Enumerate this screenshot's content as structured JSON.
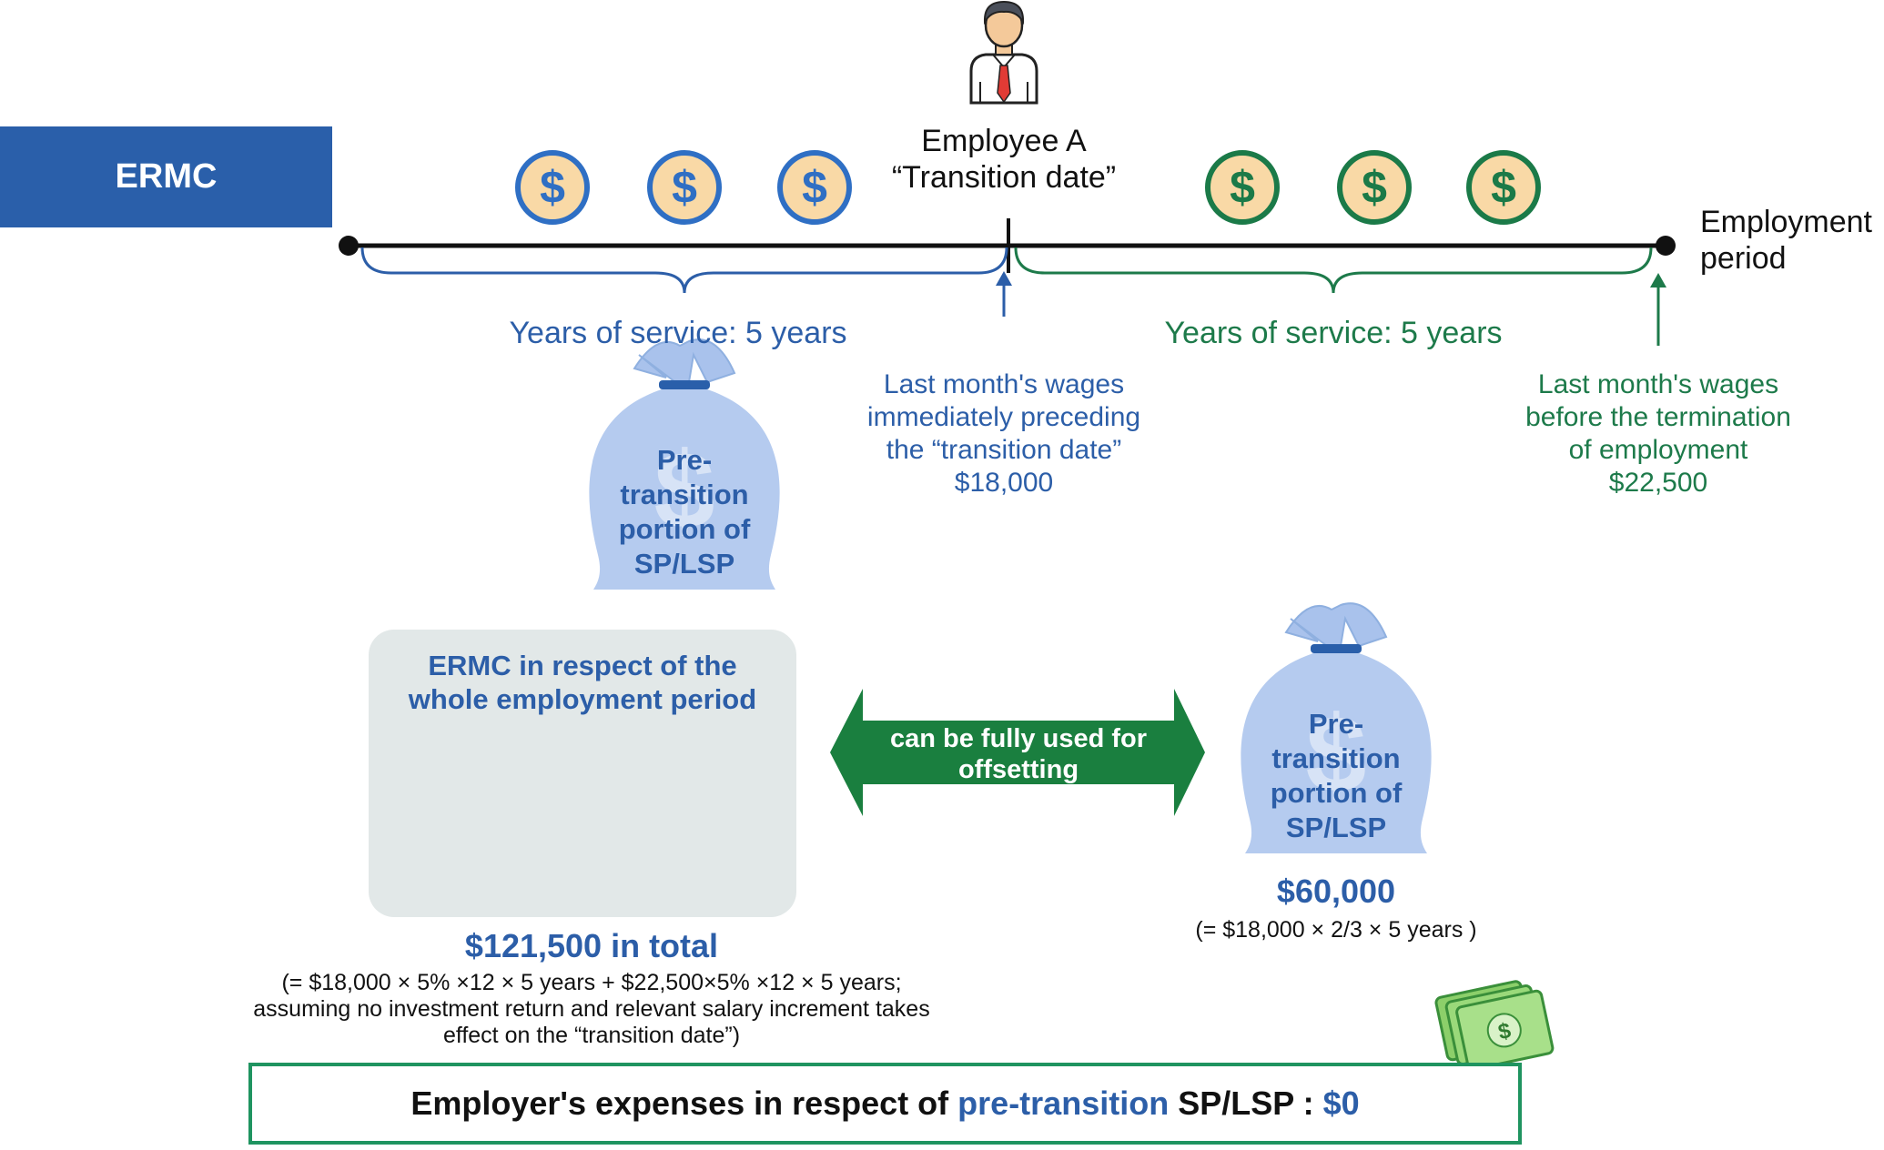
{
  "header": {
    "tag": "ERMC"
  },
  "employee": {
    "name": "Employee A",
    "date_label": "“Transition date”"
  },
  "timeline": {
    "end_label_1": "Employment",
    "end_label_2": "period"
  },
  "pre": {
    "service": "Years of service: 5 years",
    "wages": [
      "Last month's wages",
      "immediately preceding",
      "the “transition date”",
      "$18,000"
    ]
  },
  "post": {
    "service": "Years of service: 5 years",
    "wages": [
      "Last month's wages",
      "before the termination",
      "of employment",
      "$22,500"
    ]
  },
  "bag_top": {
    "label": [
      "Pre-",
      "transition",
      "portion of",
      "SP/LSP"
    ]
  },
  "ermc_box": {
    "title_1": "ERMC in respect of the",
    "title_2": "whole employment period",
    "total": "$121,500 in total",
    "formula": [
      "(= $18,000 × 5% ×12 × 5 years + $22,500×5% ×12 × 5 years;",
      "assuming no investment return and relevant salary increment takes",
      "effect on the “transition date”)"
    ]
  },
  "arrow": {
    "label_1": "can be fully used for",
    "label_2": "offsetting"
  },
  "bag_right": {
    "label": [
      "Pre-",
      "transition",
      "portion of",
      "SP/LSP"
    ],
    "amount": "$60,000",
    "formula": "(= $18,000 × 2/3 × 5 years )"
  },
  "bottom": {
    "prefix": "Employer's expenses in respect of ",
    "highlight": "pre-transition",
    "middle": " SP/LSP : ",
    "amount": "$0"
  },
  "colors": {
    "blue": "#2c5ea8",
    "green": "#1d7a4a",
    "coin_fill": "#f9d9a6",
    "bag_fill": "#b5cbef",
    "ermc_tag": "#2a5faa",
    "arrow_green": "#1a7f3f",
    "box_border": "#1f9460"
  },
  "icons": {
    "person": "businessman-icon",
    "coins": "dollar-coin-icon",
    "bag": "money-bag-icon",
    "cash": "cash-stack-icon"
  }
}
